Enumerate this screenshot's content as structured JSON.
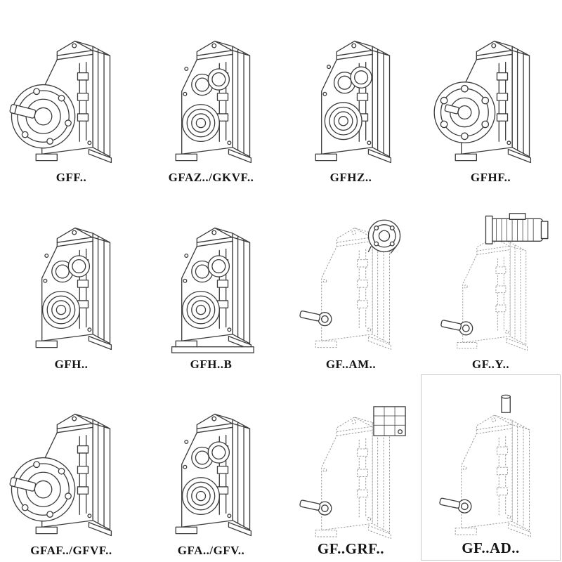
{
  "catalog": {
    "background": "#ffffff",
    "ink_color": "#3c3c3c",
    "dashed_ink_color": "#9f9f9f",
    "label_color": "#141414"
  },
  "items": [
    {
      "label": "GFF..",
      "drawing": "gearbox-flange-output-shaft-icon"
    },
    {
      "label": "GFAZ../GKVF..",
      "drawing": "gearbox-hollow-shaft-icon"
    },
    {
      "label": "GFHZ..",
      "drawing": "gearbox-hollow-shaft-angled-icon"
    },
    {
      "label": "GFHF..",
      "drawing": "gearbox-output-flange-icon"
    },
    {
      "label": "GFH..",
      "drawing": "gearbox-hollow-shaft-icon"
    },
    {
      "label": "GFH..B",
      "drawing": "gearbox-hollow-shaft-base-icon"
    },
    {
      "label": "GF..AM..",
      "drawing": "gearbox-motor-adapter-flange-icon"
    },
    {
      "label": "GF..Y..",
      "drawing": "gearbox-with-motor-icon"
    },
    {
      "label": "GFAF../GFVF..",
      "drawing": "gearbox-flange-output-shaft-icon"
    },
    {
      "label": "GFA../GFV..",
      "drawing": "gearbox-hollow-shaft-icon"
    },
    {
      "label": "GF..GRF..",
      "drawing": "gearbox-input-attachment-icon"
    },
    {
      "label": "GF..AD..",
      "drawing": "gearbox-input-shaft-adapter-icon"
    }
  ]
}
